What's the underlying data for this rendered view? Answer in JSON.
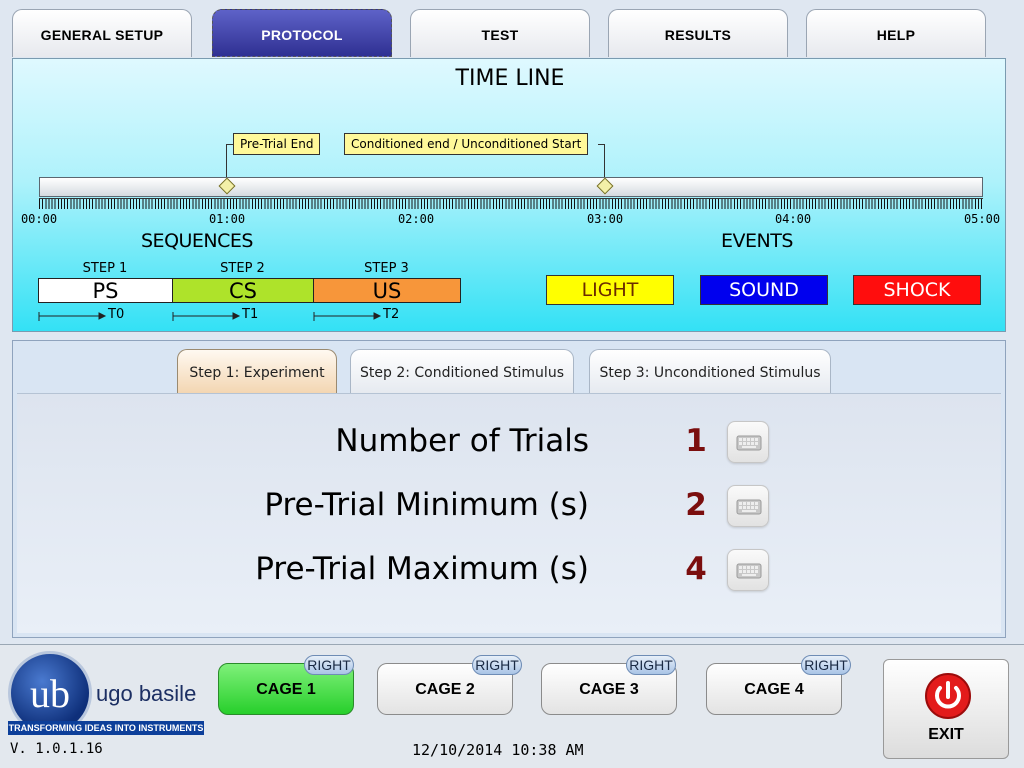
{
  "tabs": [
    "GENERAL SETUP",
    "PROTOCOL",
    "TEST",
    "RESULTS",
    "HELP"
  ],
  "timeline": {
    "title": "TIME LINE",
    "tick_labels": [
      "00:00",
      "01:00",
      "02:00",
      "03:00",
      "04:00",
      "05:00"
    ],
    "markers": [
      {
        "label": "Pre-Trial End",
        "time": "01:00"
      },
      {
        "label": "Conditioned end / Unconditioned Start",
        "time": "03:00"
      }
    ]
  },
  "sequences": {
    "heading": "SEQUENCES",
    "steps": [
      {
        "step": "STEP 1",
        "code": "PS",
        "interval": "T0",
        "color": "#ffffff"
      },
      {
        "step": "STEP 2",
        "code": "CS",
        "interval": "T1",
        "color": "#aee32a"
      },
      {
        "step": "STEP 3",
        "code": "US",
        "interval": "T2",
        "color": "#f7963a"
      }
    ]
  },
  "events": {
    "heading": "EVENTS",
    "items": [
      {
        "label": "LIGHT",
        "color": "#ffff00",
        "text_color": "#6b2b00"
      },
      {
        "label": "SOUND",
        "color": "#0000ee",
        "text_color": "#ffffff"
      },
      {
        "label": "SHOCK",
        "color": "#ff0d0d",
        "text_color": "#ffffff"
      }
    ]
  },
  "sub_tabs": [
    "Step 1: Experiment",
    "Step 2: Conditioned Stimulus",
    "Step 3: Unconditioned Stimulus"
  ],
  "params": [
    {
      "label": "Number of Trials",
      "value": "1"
    },
    {
      "label": "Pre-Trial Minimum (s)",
      "value": "2"
    },
    {
      "label": "Pre-Trial Maximum (s)",
      "value": "4"
    }
  ],
  "cages": [
    {
      "label": "CAGE 1",
      "side": "RIGHT",
      "active": true
    },
    {
      "label": "CAGE 2",
      "side": "RIGHT",
      "active": false
    },
    {
      "label": "CAGE 3",
      "side": "RIGHT",
      "active": false
    },
    {
      "label": "CAGE 4",
      "side": "RIGHT",
      "active": false
    }
  ],
  "logo": {
    "mark": "ub",
    "name": "ugo basile",
    "tagline": "TRANSFORMING IDEAS INTO INSTRUMENTS"
  },
  "footer": {
    "version": "V. 1.0.1.16",
    "datetime": "12/10/2014 10:38 AM",
    "exit_label": "EXIT"
  },
  "colors": {
    "accent_tab": "#3b3ea8",
    "timeline_bg": "#33e1f5",
    "value_text": "#7b0e0e"
  }
}
